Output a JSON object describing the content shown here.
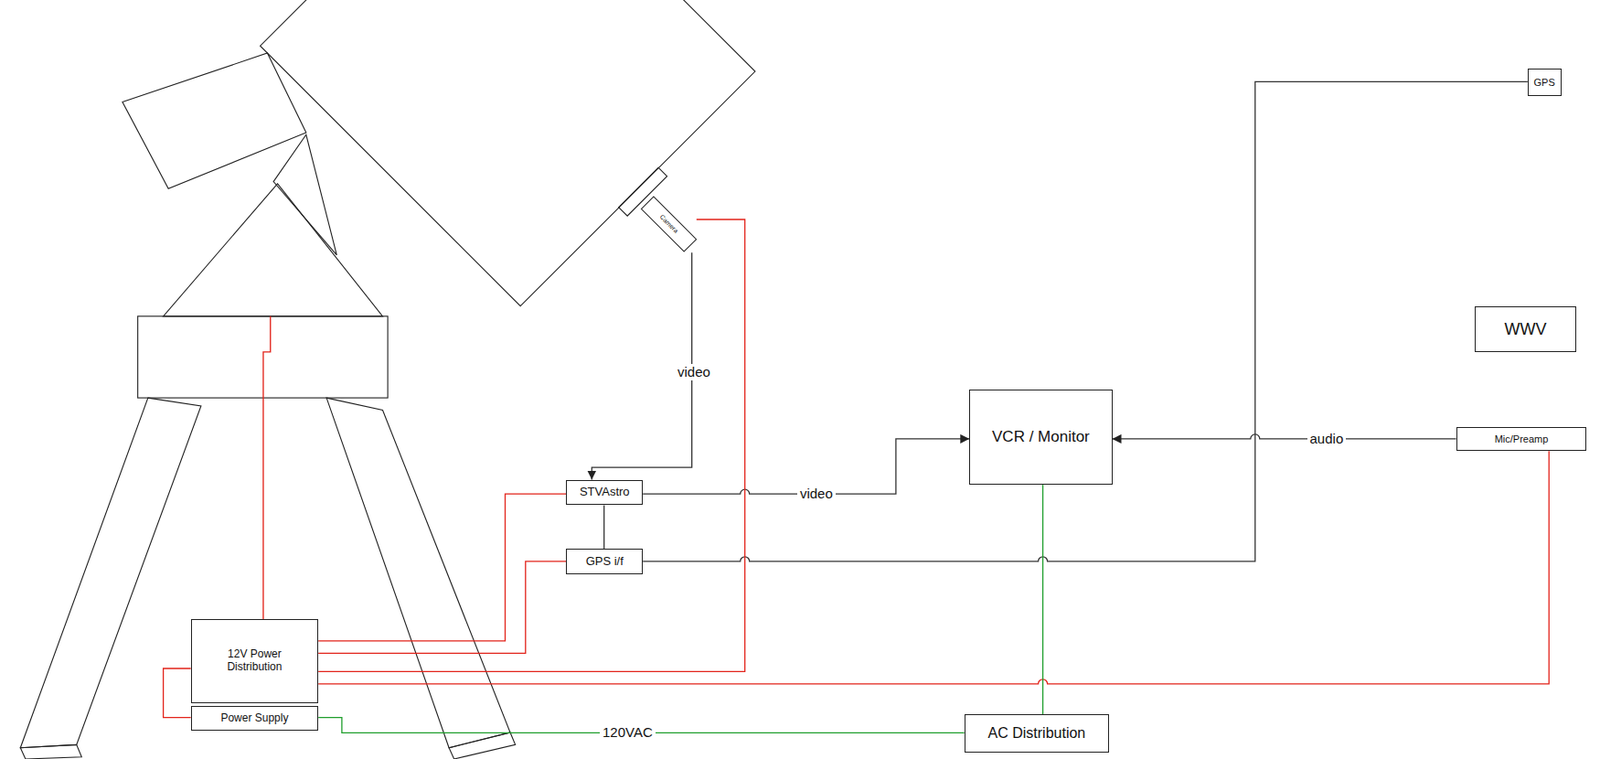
{
  "diagram": {
    "nodes": [
      {
        "text": [
          "Camera"
        ]
      },
      {
        "text": [
          "STVAstro"
        ]
      },
      {
        "text": [
          "GPS i/f"
        ]
      },
      {
        "text": [
          "12V Power Distribution"
        ]
      },
      {
        "text": [
          "Power Supply"
        ]
      },
      {
        "text": [
          "VCR / Monitor"
        ]
      },
      {
        "text": [
          "AC Distribution"
        ]
      },
      {
        "text": [
          "GPS"
        ]
      },
      {
        "text": [
          "WWV"
        ]
      },
      {
        "text": [
          "Mic/Preamp"
        ]
      }
    ],
    "edges": [
      {
        "from": 0,
        "to": 1,
        "label": "video",
        "arrow": "to"
      },
      {
        "from": 1,
        "to": 5,
        "label": "video",
        "arrow": "to"
      },
      {
        "from": 1,
        "to": 2,
        "arrow": "none"
      },
      {
        "from": 2,
        "to": 7,
        "arrow": "none"
      },
      {
        "from": 9,
        "to": 5,
        "label": "audio",
        "arrow": "to"
      },
      {
        "from": 3,
        "to": 1,
        "arrow": "none"
      },
      {
        "from": 3,
        "to": 2,
        "arrow": "none"
      },
      {
        "from": 3,
        "to": 0,
        "arrow": "none"
      },
      {
        "from": 3,
        "to": 9,
        "arrow": "none"
      },
      {
        "from": 3,
        "to": 4,
        "arrow": "none"
      },
      {
        "from": 4,
        "to": 6,
        "label": "120VAC",
        "arrow": "none"
      },
      {
        "from": 5,
        "to": 6,
        "arrow": "none"
      }
    ]
  }
}
